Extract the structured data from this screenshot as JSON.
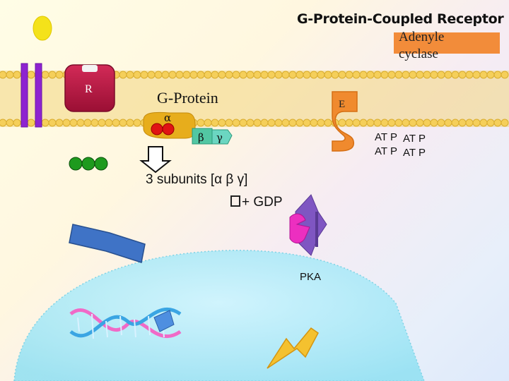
{
  "title": "G-Protein-Coupled Receptor",
  "adenylyl_cyclase_label": "Adenyle cyclase",
  "receptor_label": "R",
  "enzyme_label": "E",
  "gprotein_label": "G-Protein",
  "alpha": "α",
  "beta": "β",
  "gamma": "γ",
  "subunits_text": "3 subunits [α β γ]",
  "gdp_text": "+ GDP",
  "atp_1": "AT P",
  "atp_2": "AT P",
  "atp_3": "AT P",
  "atp_4": "AT P",
  "pka_label": "PKA",
  "colors": {
    "membrane_head": "#f5cf5a",
    "membrane_tail": "#f2d57f",
    "receptor": "#b7163f",
    "gprotein": "#e7ad1c",
    "enzyme": "#f08a2e",
    "channel": "#a32ed8",
    "green_beads": "#1e9a1e",
    "nucleus": "#a9e9f6"
  }
}
